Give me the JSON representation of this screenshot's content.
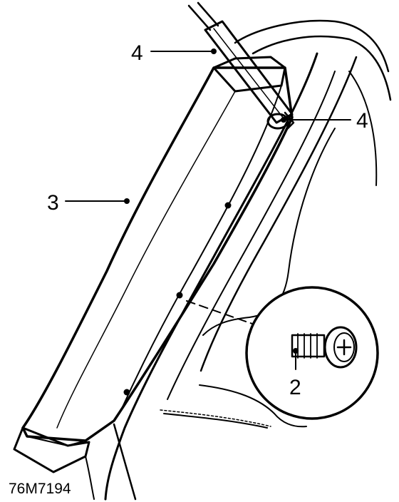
{
  "callouts": {
    "trim_panel": "3",
    "tool_upper": "4",
    "tool_lower": "4",
    "screw": "2"
  },
  "figure_reference": "76M7194"
}
